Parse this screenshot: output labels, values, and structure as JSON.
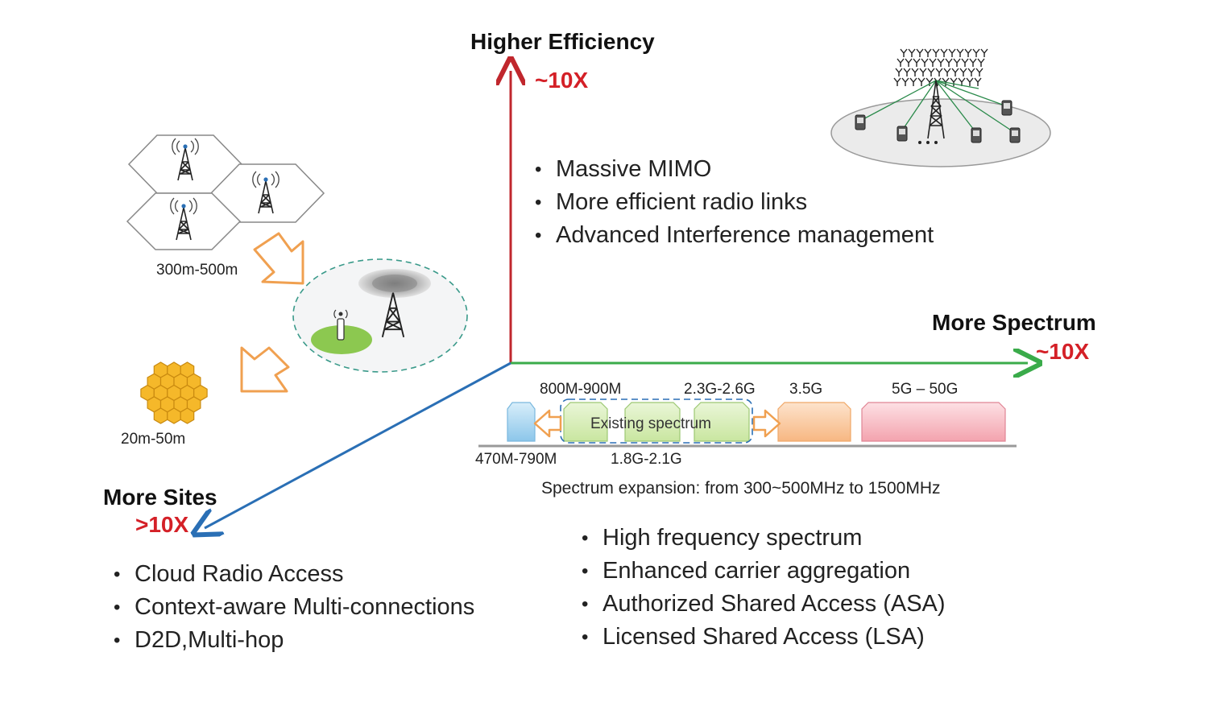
{
  "colors": {
    "efficiency_axis": "#c0272d",
    "spectrum_axis": "#3aab4a",
    "sites_axis": "#2a6fb5",
    "factor_red": "#d42027",
    "arrow_orange": "#f0a050",
    "hex_gold": "#f5b82a",
    "existing_green": "#d6ecb6",
    "band_blue": "#a9d4ef",
    "band_orange": "#f9c9a0",
    "band_red": "#f6b6bf"
  },
  "efficiency": {
    "title": "Higher Efficiency",
    "factor": "~10X",
    "bullets": [
      "Massive MIMO",
      "More efficient radio links",
      "Advanced Interference management"
    ]
  },
  "spectrum": {
    "title": "More Spectrum",
    "factor": "~10X",
    "band_labels_top": [
      "800M-900M",
      "2.3G-2.6G",
      "3.5G",
      "5G – 50G"
    ],
    "band_labels_bottom": [
      "470M-790M",
      "1.8G-2.1G"
    ],
    "existing_label": "Existing spectrum",
    "caption": "Spectrum expansion: from 300~500MHz to 1500MHz",
    "bullets": [
      "High frequency spectrum",
      "Enhanced carrier aggregation",
      "Authorized Shared Access (ASA)",
      "Licensed Shared Access (LSA)"
    ]
  },
  "sites": {
    "title": "More Sites",
    "factor": ">10X",
    "macro_range": "300m-500m",
    "small_range": "20m-50m",
    "bullets": [
      "Cloud Radio Access",
      "Context-aware Multi-connections",
      "D2D,Multi-hop"
    ]
  },
  "icons": [
    "cell-tower-icon",
    "massive-mimo-array-icon",
    "mobile-phone-icon",
    "hexagon-cell-icon",
    "orange-arrow-icon"
  ]
}
